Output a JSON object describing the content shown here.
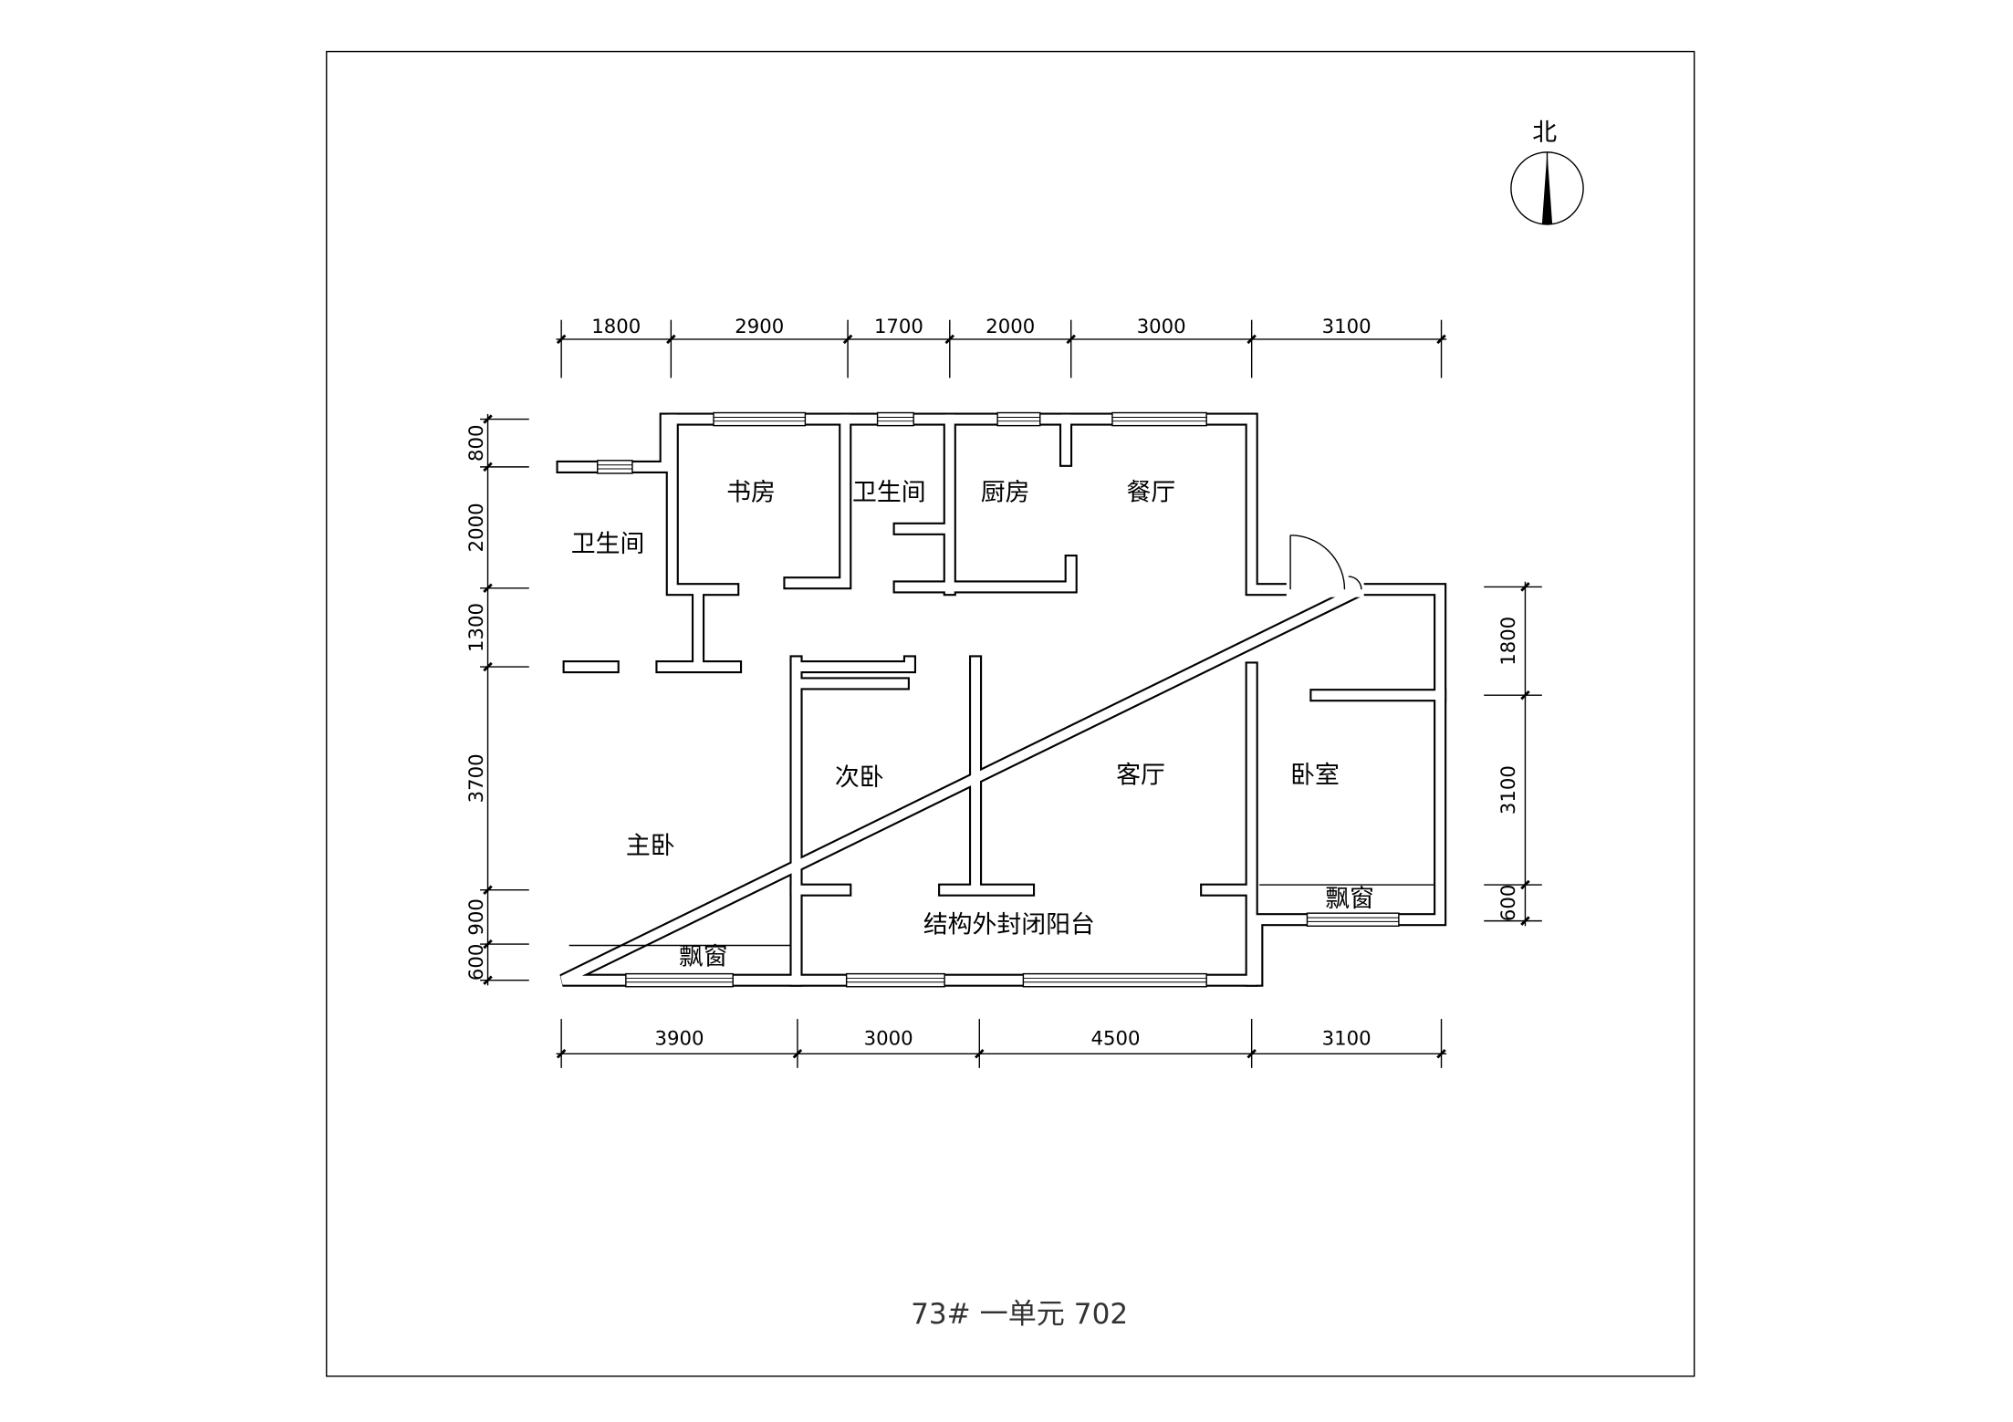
{
  "north_label": "北",
  "title": "73# 一单元 702",
  "rooms": {
    "bath_left": "卫生间",
    "study": "书房",
    "bath_mid": "卫生间",
    "kitchen": "厨房",
    "dining": "餐厅",
    "second_bedroom": "次卧",
    "living": "客厅",
    "bedroom": "卧室",
    "master": "主卧",
    "balcony": "结构外封闭阳台",
    "bay_master": "飘窗",
    "bay_bedroom": "飘窗"
  },
  "dims": {
    "top": [
      "1800",
      "2900",
      "1700",
      "2000",
      "3000",
      "3100"
    ],
    "bottom": [
      "3900",
      "3000",
      "4500",
      "3100"
    ],
    "left": [
      "800",
      "2000",
      "1300",
      "3700",
      "900",
      "600"
    ],
    "right": [
      "1800",
      "3100",
      "600"
    ]
  }
}
